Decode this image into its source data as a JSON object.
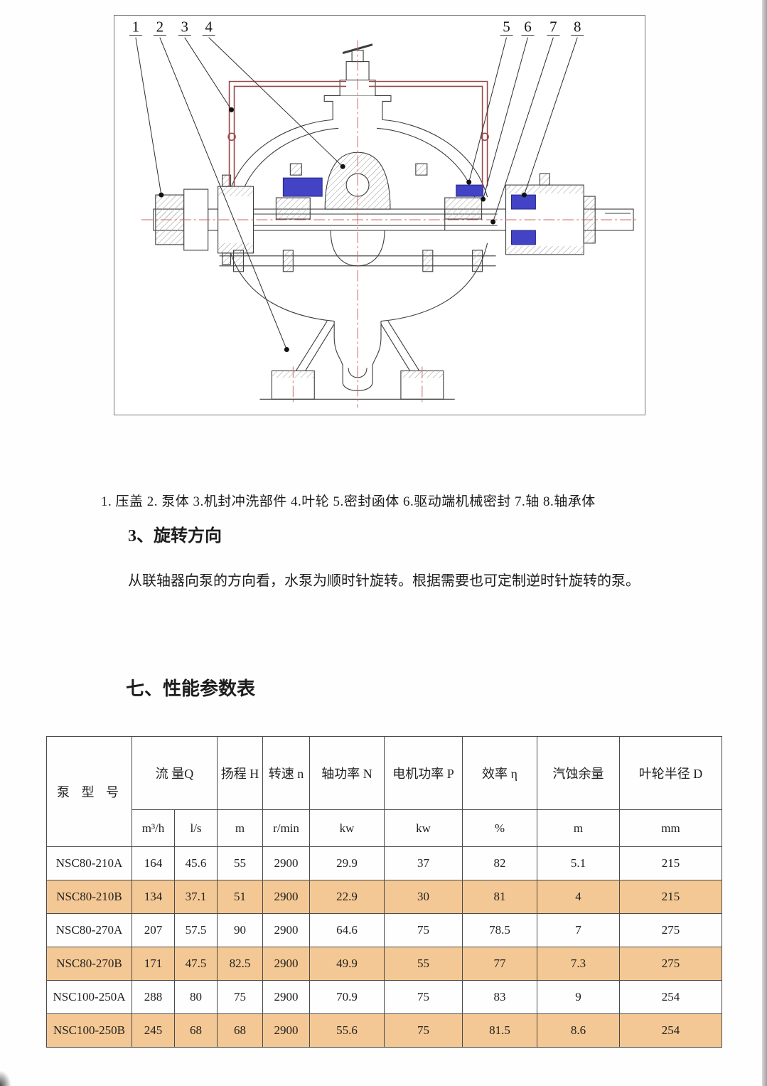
{
  "drawing": {
    "callouts": [
      "1",
      "2",
      "3",
      "4",
      "5",
      "6",
      "7",
      "8"
    ]
  },
  "legend": "1.  压盖 2.  泵体 3.机封冲洗部件 4.叶轮 5.密封函体 6.驱动端机械密封 7.轴  8.轴承体",
  "section3": {
    "title": "3、旋转方向",
    "body": "从联轴器向泵的方向看，水泵为顺时针旋转。根据需要也可定制逆时针旋转的泵。"
  },
  "section7": {
    "title": "七、性能参数表"
  },
  "table": {
    "model_header": "泵 型 号",
    "groups": {
      "flow": "流 量Q",
      "head": "扬程 H",
      "speed": "转速 n",
      "shaft_power": "轴功率 N",
      "motor_power": "电机功率 P",
      "efficiency": "效率 η",
      "npsh": "汽蚀余量",
      "impeller": "叶轮半径 D"
    },
    "units": [
      "m³/h",
      "l/s",
      "m",
      "r/min",
      "kw",
      "kw",
      "%",
      "m",
      "mm"
    ],
    "highlight_color": "#f4c894",
    "rows": [
      {
        "model": "NSC80-210A",
        "values": [
          "164",
          "45.6",
          "55",
          "2900",
          "29.9",
          "37",
          "82",
          "5.1",
          "215"
        ],
        "highlight": false
      },
      {
        "model": "NSC80-210B",
        "values": [
          "134",
          "37.1",
          "51",
          "2900",
          "22.9",
          "30",
          "81",
          "4",
          "215"
        ],
        "highlight": true
      },
      {
        "model": "NSC80-270A",
        "values": [
          "207",
          "57.5",
          "90",
          "2900",
          "64.6",
          "75",
          "78.5",
          "7",
          "275"
        ],
        "highlight": false
      },
      {
        "model": "NSC80-270B",
        "values": [
          "171",
          "47.5",
          "82.5",
          "2900",
          "49.9",
          "55",
          "77",
          "7.3",
          "275"
        ],
        "highlight": true
      },
      {
        "model": "NSC100-250A",
        "values": [
          "288",
          "80",
          "75",
          "2900",
          "70.9",
          "75",
          "83",
          "9",
          "254"
        ],
        "highlight": false
      },
      {
        "model": "NSC100-250B",
        "values": [
          "245",
          "68",
          "68",
          "2900",
          "55.6",
          "75",
          "81.5",
          "8.6",
          "254"
        ],
        "highlight": true
      }
    ]
  }
}
